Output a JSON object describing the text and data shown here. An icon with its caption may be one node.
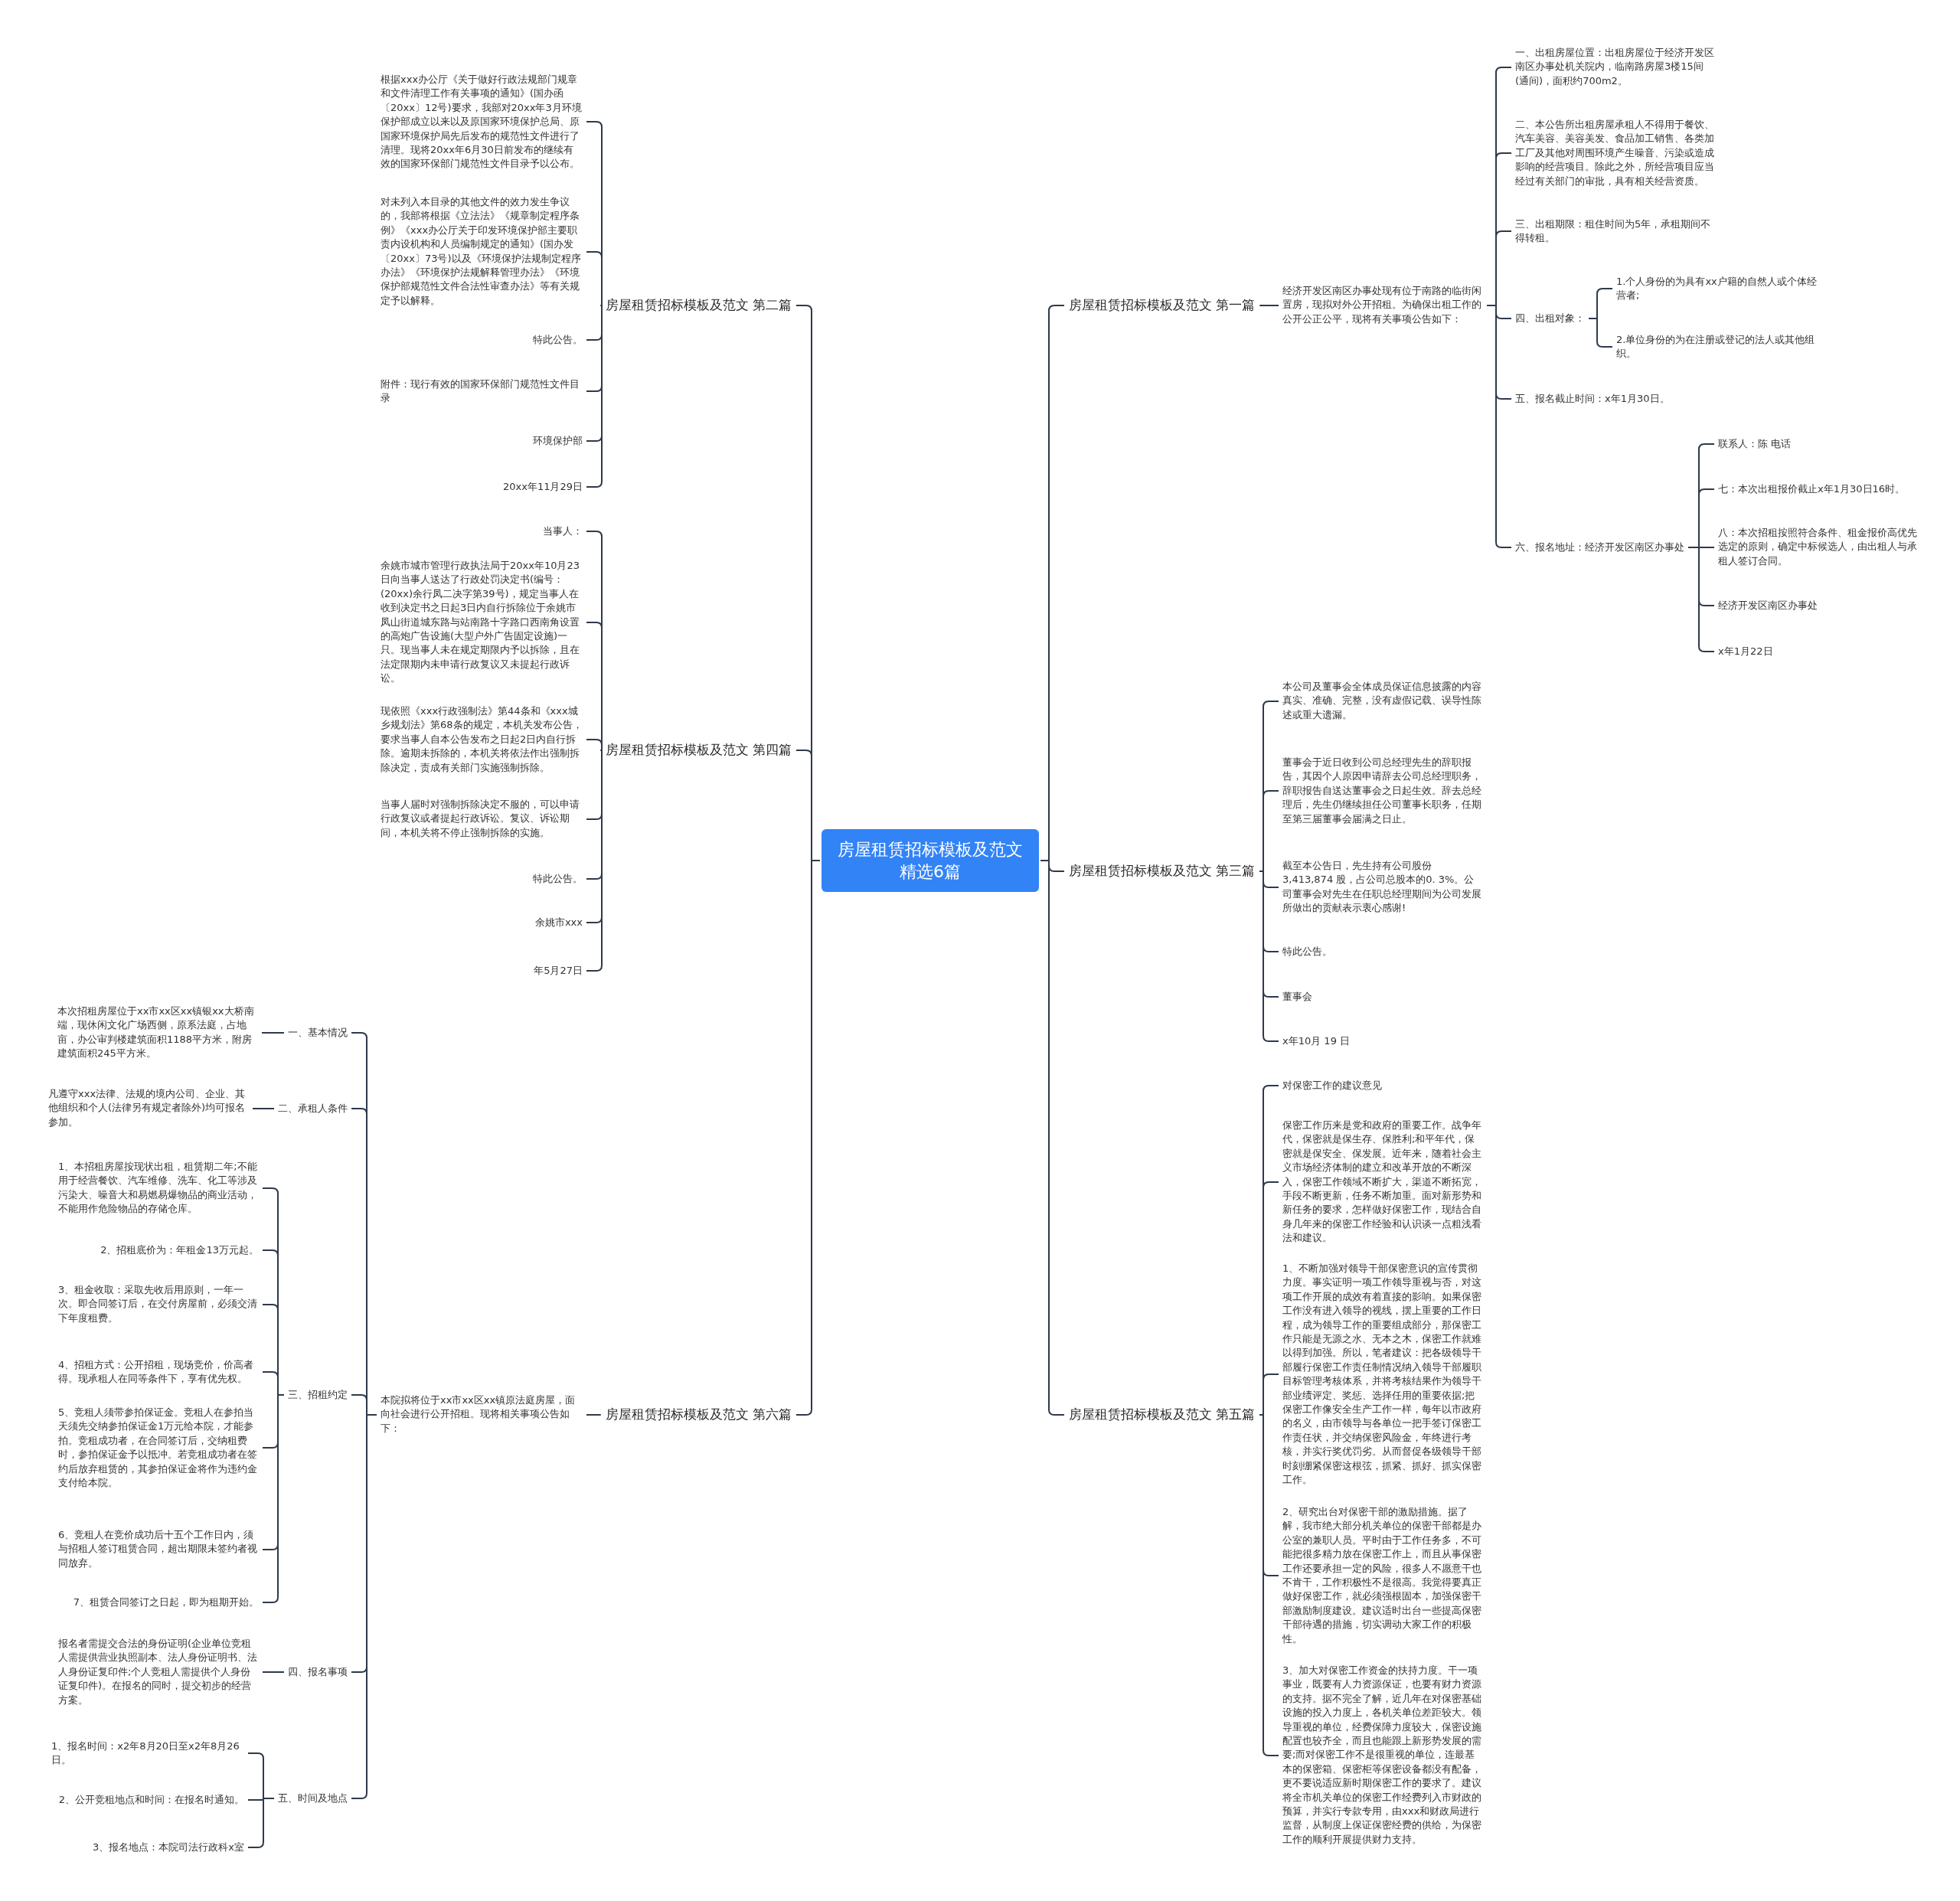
{
  "diagram": {
    "nodes": [
      {
        "text": [
          "房屋租赁招标模板及范文精选6篇"
        ]
      },
      {
        "text": [
          "房屋租赁招标模板及范文 第一篇"
        ]
      },
      {
        "text": [
          "经济开发区南区办事处现有位于南路的临街闲置房，现拟对外公开招租。为确保出租工作的公开公正公平，现将有关事项公告如下："
        ]
      },
      {
        "text": [
          "一、出租房屋位置：出租房屋位于经济开发区南区办事处机关院内，临南路房屋3楼15间(通间)，面积约700m2。"
        ]
      },
      {
        "text": [
          "二、本公告所出租房屋承租人不得用于餐饮、汽车美容、美容美发、食品加工销售、各类加工厂及其他对周围环境产生噪音、污染或造成影响的经营项目。除此之外，所经营项目应当经过有关部门的审批，具有相关经营资质。"
        ]
      },
      {
        "text": [
          "三、出租期限：租住时间为5年，承租期间不得转租。"
        ]
      },
      {
        "text": [
          "四、出租对象："
        ]
      },
      {
        "text": [
          "1.个人身份的为具有xx户籍的自然人或个体经营者;"
        ]
      },
      {
        "text": [
          "2.单位身份的为在注册或登记的法人或其他组织。"
        ]
      },
      {
        "text": [
          "五、报名截止时间：x年1月30日。"
        ]
      },
      {
        "text": [
          "六、报名地址：经济开发区南区办事处"
        ]
      },
      {
        "text": [
          "联系人：陈 电话"
        ]
      },
      {
        "text": [
          "七：本次出租报价截止x年1月30日16时。"
        ]
      },
      {
        "text": [
          "八：本次招租按照符合条件、租金报价高优先选定的原则，确定中标候选人，由出租人与承租人签订合同。"
        ]
      },
      {
        "text": [
          "经济开发区南区办事处"
        ]
      },
      {
        "text": [
          "x年1月22日"
        ]
      },
      {
        "text": [
          "房屋租赁招标模板及范文 第二篇"
        ]
      },
      {
        "text": [
          "根据xxx办公厅《关于做好行政法规部门规章和文件清理工作有关事项的通知》(国办函〔20xx〕12号)要求，我部对20xx年3月环境保护部成立以来以及原国家环境保护总局、原国家环境保护局先后发布的规范性文件进行了清理。现将20xx年6月30日前发布的继续有效的国家环保部门规范性文件目录予以公布。"
        ]
      },
      {
        "text": [
          "对未列入本目录的其他文件的效力发生争议的，我部将根据《立法法》《规章制定程序条例》《xxx办公厅关于印发环境保护部主要职责内设机构和人员编制规定的通知》(国办发〔20xx〕73号)以及《环境保护法规制定程序办法》《环境保护法规解释管理办法》《环境保护部规范性文件合法性审查办法》等有关规定予以解释。"
        ]
      },
      {
        "text": [
          "特此公告。"
        ]
      },
      {
        "text": [
          "附件：现行有效的国家环保部门规范性文件目录"
        ]
      },
      {
        "text": [
          "环境保护部"
        ]
      },
      {
        "text": [
          "20xx年11月29日"
        ]
      },
      {
        "text": [
          "房屋租赁招标模板及范文 第三篇"
        ]
      },
      {
        "text": [
          "本公司及董事会全体成员保证信息披露的内容真实、准确、完整，没有虚假记载、误导性陈述或重大遗漏。"
        ]
      },
      {
        "text": [
          "董事会于近日收到公司总经理先生的辞职报告，其因个人原因申请辞去公司总经理职务，辞职报告自送达董事会之日起生效。辞去总经理后，先生仍继续担任公司董事长职务，任期至第三届董事会届满之日止。"
        ]
      },
      {
        "text": [
          "截至本公告日，先生持有公司股份 3,413,874 股，占公司总股本的0. 3%。公司董事会对先生在任职总经理期间为公司发展所做出的贡献表示衷心感谢!"
        ]
      },
      {
        "text": [
          "特此公告。"
        ]
      },
      {
        "text": [
          "董事会"
        ]
      },
      {
        "text": [
          "x年10月 19 日"
        ]
      },
      {
        "text": [
          "房屋租赁招标模板及范文 第四篇"
        ]
      },
      {
        "text": [
          "当事人："
        ]
      },
      {
        "text": [
          "余姚市城市管理行政执法局于20xx年10月23日向当事人送达了行政处罚决定书(编号：(20xx)余行凤二决字第39号)，规定当事人在收到决定书之日起3日内自行拆除位于余姚市凤山街道城东路与站南路十字路口西南角设置的高炮广告设施(大型户外广告固定设施)一只。现当事人未在规定期限内予以拆除，且在法定限期内未申请行政复议又未提起行政诉讼。"
        ]
      },
      {
        "text": [
          "现依照《xxx行政强制法》第44条和《xxx城乡规划法》第68条的规定，本机关发布公告，要求当事人自本公告发布之日起2日内自行拆除。逾期未拆除的，本机关将依法作出强制拆除决定，责成有关部门实施强制拆除。"
        ]
      },
      {
        "text": [
          "当事人届时对强制拆除决定不服的，可以申请行政复议或者提起行政诉讼。复议、诉讼期间，本机关将不停止强制拆除的实施。"
        ]
      },
      {
        "text": [
          "特此公告。"
        ]
      },
      {
        "text": [
          "余姚市xxx"
        ]
      },
      {
        "text": [
          "年5月27日"
        ]
      },
      {
        "text": [
          "房屋租赁招标模板及范文 第五篇"
        ]
      },
      {
        "text": [
          "对保密工作的建议意见"
        ]
      },
      {
        "text": [
          "保密工作历来是党和政府的重要工作。战争年代，保密就是保生存、保胜利;和平年代，保密就是保安全、保发展。近年来，随着社会主义市场经济体制的建立和改革开放的不断深入，保密工作领域不断扩大，渠道不断拓宽，手段不断更新，任务不断加重。面对新形势和新任务的要求，怎样做好保密工作，现结合自身几年来的保密工作经验和认识谈一点粗浅看法和建议。"
        ]
      },
      {
        "text": [
          "1、不断加强对领导干部保密意识的宣传贯彻力度。事实证明一项工作领导重视与否，对这项工作开展的成效有着直接的影响。如果保密工作没有进入领导的视线，摆上重要的工作日程，成为领导工作的重要组成部分，那保密工作只能是无源之水、无本之木，保密工作就难以得到加强。所以，笔者建议：把各级领导干部履行保密工作责任制情况纳入领导干部履职目标管理考核体系，并将考核结果作为领导干部业绩评定、奖惩、选择任用的重要依据;把保密工作像安全生产工作一样，每年以市政府的名义，由市领导与各单位一把手签订保密工作责任状，并交纳保密风险金，年终进行考核，并实行奖优罚劣。从而督促各级领导干部时刻绷紧保密这根弦，抓紧、抓好、抓实保密工作。"
        ]
      },
      {
        "text": [
          "2、研究出台对保密干部的激励措施。据了解，我市绝大部分机关单位的保密干部都是办公室的兼职人员。平时由于工作任务多，不可能把很多精力放在保密工作上，而且从事保密工作还要承担一定的风险，很多人不愿意干也不肯干，工作积极性不是很高。我觉得要真正做好保密工作，就必须强根固本，加强保密干部激励制度建设。建议适时出台一些提高保密干部待遇的措施，切实调动大家工作的积极性。"
        ]
      },
      {
        "text": [
          "3、加大对保密工作资金的扶持力度。干一项事业，既要有人力资源保证，也要有财力资源的支持。据不完全了解，近几年在对保密基础设施的投入力度上，各机关单位差距较大。领导重视的单位，经费保障力度较大，保密设施配置也较齐全，而且也能跟上新形势发展的需要;而对保密工作不是很重视的单位，连最基本的保密箱、保密柜等保密设备都没有配备，更不要说适应新时期保密工作的要求了。建议将全市机关单位的保密工作经费列入市财政的预算，并实行专款专用，由xxx和财政局进行监督，从制度上保证保密经费的供给，为保密工作的顺利开展提供财力支持。"
        ]
      },
      {
        "text": [
          "房屋租赁招标模板及范文 第六篇"
        ]
      },
      {
        "text": [
          "本院拟将位于xx市xx区xx镇原法庭房屋，面向社会进行公开招租。现将相关事项公告如下："
        ]
      },
      {
        "text": [
          "一、基本情况"
        ]
      },
      {
        "text": [
          "本次招租房屋位于xx市xx区xx镇银xx大桥南端，现休闲文化广场西侧，原系法庭，占地亩，办公审判楼建筑面积1188平方米，附房建筑面积245平方米。"
        ]
      },
      {
        "text": [
          "二、承租人条件"
        ]
      },
      {
        "text": [
          "凡遵守xxx法律、法规的境内公司、企业、其他组织和个人(法律另有规定者除外)均可报名参加。"
        ]
      },
      {
        "text": [
          "三、招租约定"
        ]
      },
      {
        "text": [
          "1、本招租房屋按现状出租，租赁期二年;不能用于经营餐饮、汽车维修、洗车、化工等涉及污染大、噪音大和易燃易爆物品的商业活动，不能用作危险物品的存储仓库。"
        ]
      },
      {
        "text": [
          "2、招租底价为：年租金13万元起。"
        ]
      },
      {
        "text": [
          "3、租金收取：采取先收后用原则，一年一次。即合同签订后，在交付房屋前，必须交清下年度租费。"
        ]
      },
      {
        "text": [
          "4、招租方式：公开招租，现场竞价，价高者得。现承租人在同等条件下，享有优先权。"
        ]
      },
      {
        "text": [
          "5、竞租人须带参拍保证金。竞租人在参拍当天须先交纳参拍保证金1万元给本院，才能参拍。竞租成功者，在合同签订后，交纳租费时，参拍保证金予以抵冲。若竞租成功者在签约后放弃租赁的，其参拍保证金将作为违约金支付给本院。"
        ]
      },
      {
        "text": [
          "6、竞租人在竞价成功后十五个工作日内，须与招租人签订租赁合同，超出期限未签约者视同放弃。"
        ]
      },
      {
        "text": [
          "7、租赁合同签订之日起，即为租期开始。"
        ]
      },
      {
        "text": [
          "四、报名事项"
        ]
      },
      {
        "text": [
          "报名者需提交合法的身份证明(企业单位竞租人需提供营业执照副本、法人身份证明书、法人身份证复印件;个人竞租人需提供个人身份证复印件)。在报名的同时，提交初步的经营方案。"
        ]
      },
      {
        "text": [
          "五、时间及地点"
        ]
      },
      {
        "text": [
          "1、报名时间：x2年8月20日至x2年8月26日。"
        ]
      },
      {
        "text": [
          "2、公开竞租地点和时间：在报名时通知。"
        ]
      },
      {
        "text": [
          "3、报名地点：本院司法行政科x室"
        ]
      }
    ],
    "edges": [
      {
        "from": 0,
        "to": 1,
        "arrow": "none"
      },
      {
        "from": 1,
        "to": 2,
        "arrow": "none"
      },
      {
        "from": 2,
        "to": 3,
        "arrow": "none"
      },
      {
        "from": 2,
        "to": 4,
        "arrow": "none"
      },
      {
        "from": 2,
        "to": 5,
        "arrow": "none"
      },
      {
        "from": 2,
        "to": 6,
        "arrow": "none"
      },
      {
        "from": 6,
        "to": 7,
        "arrow": "none"
      },
      {
        "from": 6,
        "to": 8,
        "arrow": "none"
      },
      {
        "from": 2,
        "to": 9,
        "arrow": "none"
      },
      {
        "from": 2,
        "to": 10,
        "arrow": "none"
      },
      {
        "from": 10,
        "to": 11,
        "arrow": "none"
      },
      {
        "from": 10,
        "to": 12,
        "arrow": "none"
      },
      {
        "from": 10,
        "to": 13,
        "arrow": "none"
      },
      {
        "from": 10,
        "to": 14,
        "arrow": "none"
      },
      {
        "from": 10,
        "to": 15,
        "arrow": "none"
      },
      {
        "from": 0,
        "to": 16,
        "arrow": "none"
      },
      {
        "from": 16,
        "to": 17,
        "arrow": "none"
      },
      {
        "from": 16,
        "to": 18,
        "arrow": "none"
      },
      {
        "from": 16,
        "to": 19,
        "arrow": "none"
      },
      {
        "from": 16,
        "to": 20,
        "arrow": "none"
      },
      {
        "from": 16,
        "to": 21,
        "arrow": "none"
      },
      {
        "from": 16,
        "to": 22,
        "arrow": "none"
      },
      {
        "from": 0,
        "to": 23,
        "arrow": "none"
      },
      {
        "from": 23,
        "to": 24,
        "arrow": "none"
      },
      {
        "from": 23,
        "to": 25,
        "arrow": "none"
      },
      {
        "from": 23,
        "to": 26,
        "arrow": "none"
      },
      {
        "from": 23,
        "to": 27,
        "arrow": "none"
      },
      {
        "from": 23,
        "to": 28,
        "arrow": "none"
      },
      {
        "from": 23,
        "to": 29,
        "arrow": "none"
      },
      {
        "from": 0,
        "to": 30,
        "arrow": "none"
      },
      {
        "from": 30,
        "to": 31,
        "arrow": "none"
      },
      {
        "from": 30,
        "to": 32,
        "arrow": "none"
      },
      {
        "from": 30,
        "to": 33,
        "arrow": "none"
      },
      {
        "from": 30,
        "to": 34,
        "arrow": "none"
      },
      {
        "from": 30,
        "to": 35,
        "arrow": "none"
      },
      {
        "from": 30,
        "to": 36,
        "arrow": "none"
      },
      {
        "from": 30,
        "to": 37,
        "arrow": "none"
      },
      {
        "from": 0,
        "to": 38,
        "arrow": "none"
      },
      {
        "from": 38,
        "to": 39,
        "arrow": "none"
      },
      {
        "from": 38,
        "to": 40,
        "arrow": "none"
      },
      {
        "from": 38,
        "to": 41,
        "arrow": "none"
      },
      {
        "from": 38,
        "to": 42,
        "arrow": "none"
      },
      {
        "from": 38,
        "to": 43,
        "arrow": "none"
      },
      {
        "from": 0,
        "to": 44,
        "arrow": "none"
      },
      {
        "from": 44,
        "to": 45,
        "arrow": "none"
      },
      {
        "from": 45,
        "to": 46,
        "arrow": "none"
      },
      {
        "from": 46,
        "to": 47,
        "arrow": "none"
      },
      {
        "from": 45,
        "to": 48,
        "arrow": "none"
      },
      {
        "from": 48,
        "to": 49,
        "arrow": "none"
      },
      {
        "from": 45,
        "to": 50,
        "arrow": "none"
      },
      {
        "from": 50,
        "to": 51,
        "arrow": "none"
      },
      {
        "from": 50,
        "to": 52,
        "arrow": "none"
      },
      {
        "from": 50,
        "to": 53,
        "arrow": "none"
      },
      {
        "from": 50,
        "to": 54,
        "arrow": "none"
      },
      {
        "from": 50,
        "to": 55,
        "arrow": "none"
      },
      {
        "from": 50,
        "to": 56,
        "arrow": "none"
      },
      {
        "from": 50,
        "to": 57,
        "arrow": "none"
      },
      {
        "from": 45,
        "to": 58,
        "arrow": "none"
      },
      {
        "from": 58,
        "to": 59,
        "arrow": "none"
      },
      {
        "from": 45,
        "to": 60,
        "arrow": "none"
      },
      {
        "from": 60,
        "to": 61,
        "arrow": "none"
      },
      {
        "from": 60,
        "to": 62,
        "arrow": "none"
      },
      {
        "from": 60,
        "to": 63,
        "arrow": "none"
      }
    ]
  }
}
